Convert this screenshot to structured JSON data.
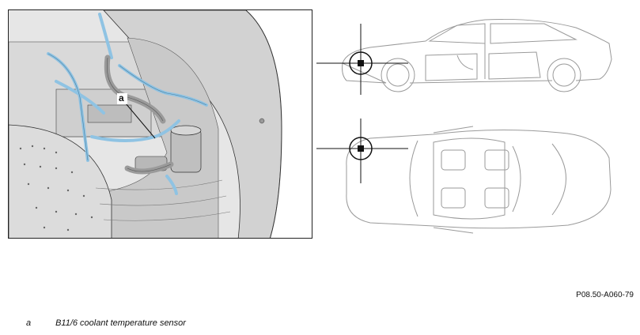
{
  "callout": {
    "label": "a"
  },
  "figure_code": "P08.50-A060-79",
  "legend": {
    "items": [
      {
        "key": "a",
        "text": "B11/6 coolant temperature sensor"
      }
    ]
  },
  "colors": {
    "hose": "#8fc3e3",
    "panel": "#e9e9e9",
    "fender": "#d4d4d4",
    "line": "#222222"
  },
  "icons": [
    "locator-crosshair-icon",
    "vehicle-side-view-icon",
    "vehicle-top-view-icon"
  ]
}
